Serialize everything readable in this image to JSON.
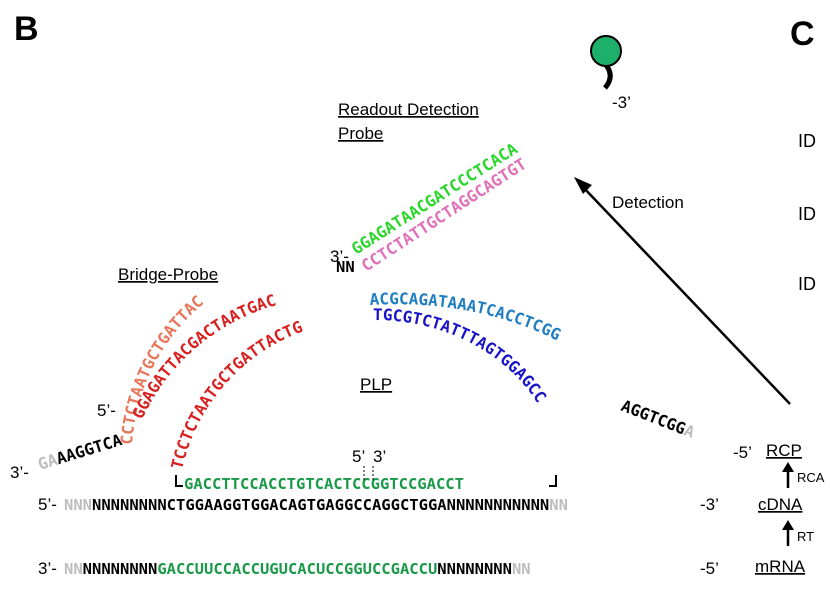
{
  "panels": {
    "b": "B",
    "c": "C"
  },
  "labels": {
    "readout_line1": "Readout Detection ",
    "readout_line2": "Probe",
    "bridge_probe": "Bridge-Probe",
    "plp": "PLP",
    "detection": "Detection",
    "five_prime_a": "5’",
    "three_prime_a": "3’",
    "ids": [
      "ID",
      "ID",
      "ID"
    ]
  },
  "ends": {
    "readout_3": "-3’",
    "bridge_3": "3’-",
    "bridge_5": "5’-",
    "rcp_left_3": "3’-",
    "rcp_right_5": "-5’",
    "cdna_5": "5’-",
    "cdna_3": "-3’",
    "mrna_3": "3’-",
    "mrna_5": "-5’"
  },
  "sequences": {
    "readout_green": "GGAGATAACGATCCCTCACA",
    "readout_pink": "CCTCTATTGCTAGGCAGTGT",
    "bridge_nn": "NN",
    "bridge_outer": "CCTCTAATGCTGATTAC",
    "bridge_outer_lead": "AAGGTCA",
    "bridge_outer_fade": "GA",
    "bridge_inner": "GGAGATTACGACTAATGAC",
    "plp_red": "TCCTCTAATGCTGATTACTG",
    "plp_blue": "TGCGTCTATTTAGTGGAGCC",
    "rcp_blue": "ACGCAGATAAATCACCTCGG",
    "rcp_tail": "AGGTCGG",
    "rcp_tail_fade": "A",
    "plp_base": "GACCTTCCACCTGTCACTCCGGTCCGACCT",
    "cdna_fade": "NNN",
    "cdna_main": "NNNNNNNNCTGGAAGGTGGACAGTGAGGCCAGGCTGGANNNNNNNNNNN",
    "cdna_fade_end": "NN",
    "mrna_fade": "NN",
    "mrna_n": "NNNNNNNN",
    "mrna_green": "GACCUUCCACCUGUCACUCCGGUCCGACCU",
    "mrna_n_end": "NNNNNNNN",
    "mrna_fade_end": "NN"
  },
  "levels": {
    "rcp": "RCP",
    "rca": "RCA",
    "cdna": "cDNA",
    "rt": "RT",
    "mrna": "mRNA"
  },
  "colors": {
    "green": "#2bd62b",
    "pink": "#e070b8",
    "salmon": "#e8765a",
    "red": "#d92020",
    "lightblue": "#1f7fc0",
    "blue": "#1a14c8",
    "darkgreen": "#1a9a48",
    "grey": "#bdbdbd",
    "dot": "#1db06a"
  }
}
